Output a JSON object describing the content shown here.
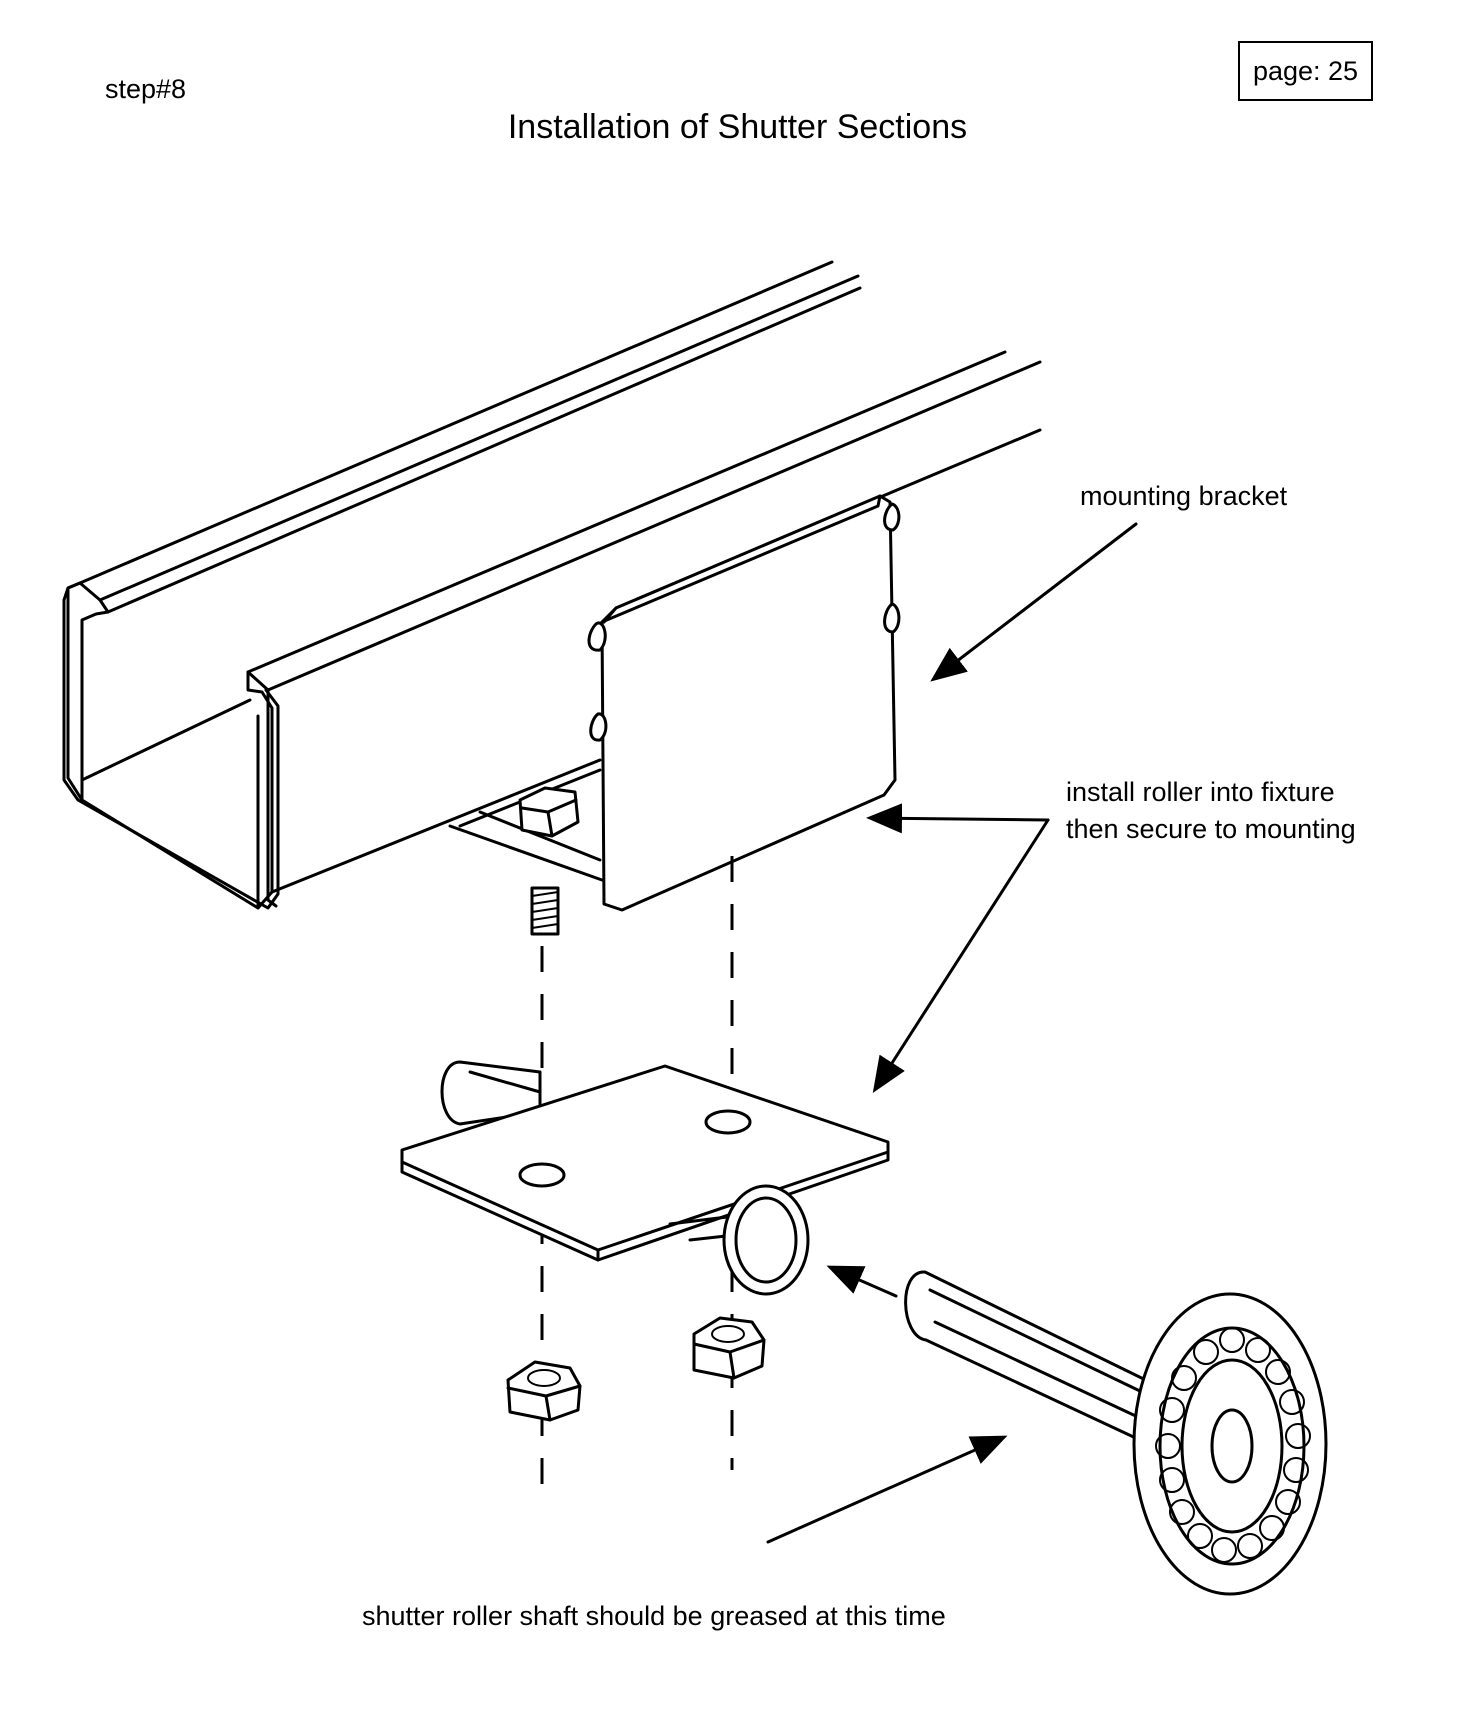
{
  "header": {
    "step": "step#8",
    "page": "page: 25",
    "title": "Installation of Shutter Sections"
  },
  "callouts": {
    "mounting_bracket": "mounting bracket",
    "install_line1": "install roller into fixture",
    "install_line2": "then secure to mounting",
    "grease_note": "shutter roller shaft should be greased at this time"
  },
  "parts": [
    "c-channel-track",
    "mounting-bracket",
    "bolt",
    "roller-fixture-plate",
    "hex-nut",
    "hex-nut",
    "shutter-roller"
  ]
}
